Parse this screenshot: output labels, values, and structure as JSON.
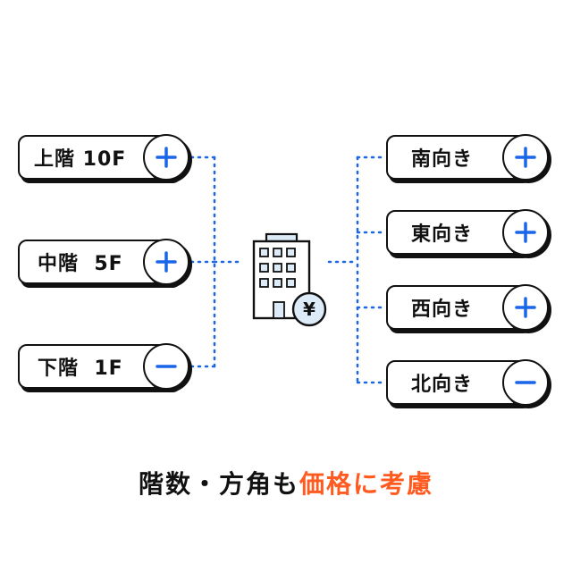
{
  "colors": {
    "accent_blue": "#1a66e8",
    "accent_orange": "#ff5a1f",
    "ink": "#111111",
    "light_blue": "#dcebf7"
  },
  "floors": [
    {
      "label": "上階 10F",
      "sign": "plus",
      "icon": "plus-icon"
    },
    {
      "label": "中階  5F",
      "sign": "plus",
      "icon": "plus-icon"
    },
    {
      "label": "下階  1F",
      "sign": "minus",
      "icon": "minus-icon"
    }
  ],
  "directions": [
    {
      "label": "南向き",
      "sign": "plus",
      "icon": "plus-icon"
    },
    {
      "label": "東向き",
      "sign": "plus",
      "icon": "plus-icon"
    },
    {
      "label": "西向き",
      "sign": "plus",
      "icon": "plus-icon"
    },
    {
      "label": "北向き",
      "sign": "minus",
      "icon": "minus-icon"
    }
  ],
  "center_icon": {
    "name": "building-with-yen-icon",
    "currency_symbol": "¥"
  },
  "caption": {
    "part1": "階数・方角も",
    "part2": "価格に考慮"
  }
}
